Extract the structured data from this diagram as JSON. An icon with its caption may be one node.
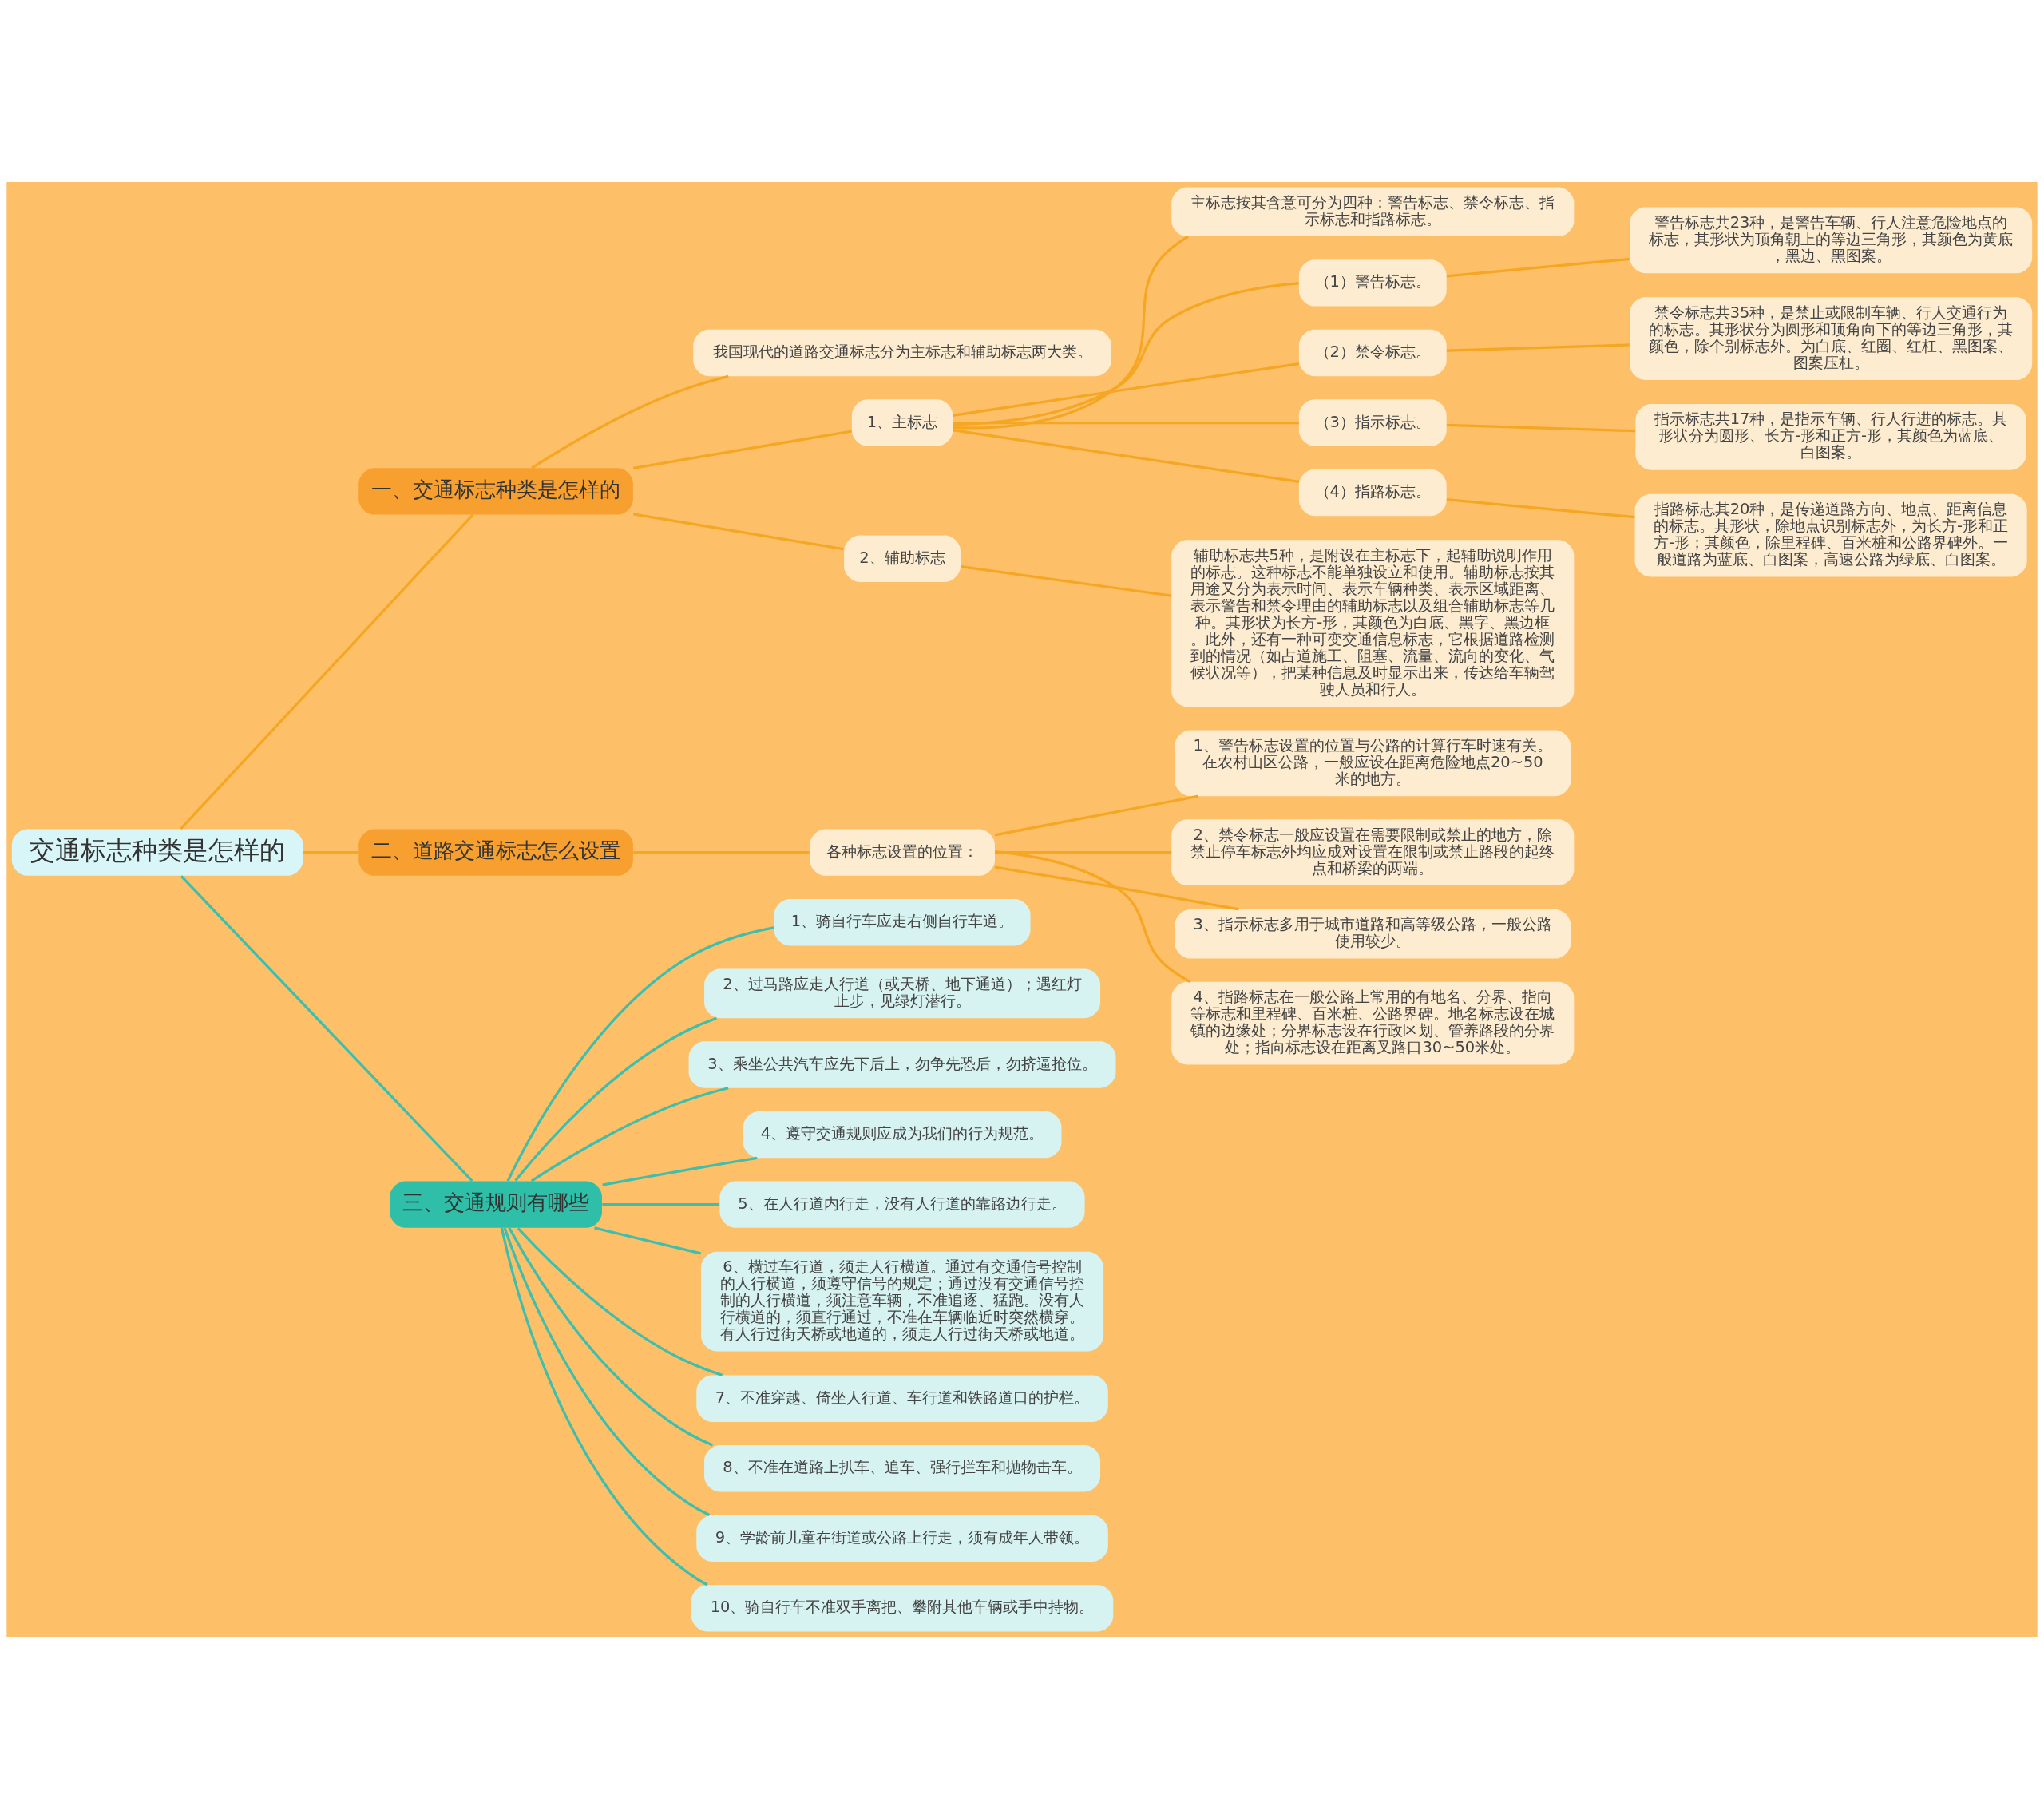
{
  "diagram": {
    "nodes": [
      {
        "text": [
          "交通标志种类是怎样的"
        ]
      },
      {
        "text": [
          "一、交通标志种类是怎样的"
        ]
      },
      {
        "text": [
          "我国现代的道路交通标志分为主标志和辅助标志两大类。"
        ]
      },
      {
        "text": [
          "1、主标志"
        ]
      },
      {
        "text": [
          "主标志按其含意可分为四种：警告标志、禁令标志、指示标志和指路标志。"
        ]
      },
      {
        "text": [
          "（1）警告标志。"
        ]
      },
      {
        "text": [
          "警告标志共23种，是警告车辆、行人注意危险地点的标志，其形状为顶角朝上的等边三角形，其颜色为黄底，黑边、黑图案。"
        ]
      },
      {
        "text": [
          "（2）禁令标志。"
        ]
      },
      {
        "text": [
          "禁令标志共35种，是禁止或限制车辆、行人交通行为的标志。其形状分为圆形和顶角向下的等边三角形，其颜色，除个别标志外。为白底、红圈、红杠、黑图案、图案压杠。"
        ]
      },
      {
        "text": [
          "（3）指示标志。"
        ]
      },
      {
        "text": [
          "指示标志共17种，是指示车辆、行人行进的标志。其形状分为圆形、长方-形和正方-形，其颜色为蓝底、白图案。"
        ]
      },
      {
        "text": [
          "（4）指路标志。"
        ]
      },
      {
        "text": [
          "指路标志其20种，是传递道路方向、地点、距离信息的标志。其形状，除地点识别标志外，为长方-形和正方-形；其颜色，除里程碑、百米桩和公路界碑外。一般道路为蓝底、白图案，高速公路为绿底、白图案。"
        ]
      },
      {
        "text": [
          "2、辅助标志"
        ]
      },
      {
        "text": [
          "辅助标志共5种，是附设在主标志下，起辅助说明作用的标志。这种标志不能单独设立和使用。辅助标志按其用途又分为表示时间、表示车辆种类、表示区域距离、表示警告和禁令理由的辅助标志以及组合辅助标志等几种。其形状为长方-形，其颜色为白底、黑字、黑边框。此外，还有一种可变交通信息标志，它根据道路检测到的情况（如占道施工、阻塞、流量、流向的变化、气候状况等），把某种信息及时显示出来，传达给车辆驾驶人员和行人。"
        ]
      },
      {
        "text": [
          "二、道路交通标志怎么设置"
        ]
      },
      {
        "text": [
          "各种标志设置的位置："
        ]
      },
      {
        "text": [
          "1、警告标志设置的位置与公路的计算行车时速有关。在农村山区公路，一般应设在距离危险地点20~50米的地方。"
        ]
      },
      {
        "text": [
          "2、禁令标志一般应设置在需要限制或禁止的地方，除禁止停车标志外均应成对设置在限制或禁止路段的起终点和桥梁的两端。"
        ]
      },
      {
        "text": [
          "3、指示标志多用于城市道路和高等级公路，一般公路使用较少。"
        ]
      },
      {
        "text": [
          "4、指路标志在一般公路上常用的有地名、分界、指向等标志和里程碑、百米桩、公路界碑。地名标志设在城镇的边缘处；分界标志设在行政区划、管养路段的分界处；指向标志设在距离叉路口30~50米处。"
        ]
      },
      {
        "text": [
          "三、交通规则有哪些"
        ]
      },
      {
        "text": [
          "1、骑自行车应走右侧自行车道。"
        ]
      },
      {
        "text": [
          "2、过马路应走人行道（或天桥、地下通道）；遇红灯止步，见绿灯潜行。"
        ]
      },
      {
        "text": [
          "3、乘坐公共汽车应先下后上，勿争先恐后，勿挤逼抢位。"
        ]
      },
      {
        "text": [
          "4、遵守交通规则应成为我们的行为规范。"
        ]
      },
      {
        "text": [
          "5、在人行道内行走，没有人行道的靠路边行走。"
        ]
      },
      {
        "text": [
          "6、横过车行道，须走人行横道。通过有交通信号控制的人行横道，须遵守信号的规定；通过没有交通信号控制的人行横道，须注意车辆，不准追逐、猛跑。没有人行横道的，须直行通过，不准在车辆临近时突然横穿。有人行过街天桥或地道的，须走人行过街天桥或地道。"
        ]
      },
      {
        "text": [
          "7、不准穿越、倚坐人行道、车行道和铁路道口的护栏。"
        ]
      },
      {
        "text": [
          "8、不准在道路上扒车、追车、强行拦车和抛物击车。"
        ]
      },
      {
        "text": [
          "9、学龄前儿童在街道或公路上行走，须有成年人带领。"
        ]
      },
      {
        "text": [
          "10、骑自行车不准双手离把、攀附其他车辆或手中持物。"
        ]
      }
    ],
    "edges": [
      {
        "from": 0,
        "to": 1,
        "arrow": "none"
      },
      {
        "from": 1,
        "to": 2,
        "arrow": "none"
      },
      {
        "from": 1,
        "to": 3,
        "arrow": "none"
      },
      {
        "from": 3,
        "to": 4,
        "arrow": "none"
      },
      {
        "from": 3,
        "to": 5,
        "arrow": "none"
      },
      {
        "from": 5,
        "to": 6,
        "arrow": "none"
      },
      {
        "from": 3,
        "to": 7,
        "arrow": "none"
      },
      {
        "from": 7,
        "to": 8,
        "arrow": "none"
      },
      {
        "from": 3,
        "to": 9,
        "arrow": "none"
      },
      {
        "from": 9,
        "to": 10,
        "arrow": "none"
      },
      {
        "from": 3,
        "to": 11,
        "arrow": "none"
      },
      {
        "from": 11,
        "to": 12,
        "arrow": "none"
      },
      {
        "from": 1,
        "to": 13,
        "arrow": "none"
      },
      {
        "from": 13,
        "to": 14,
        "arrow": "none"
      },
      {
        "from": 0,
        "to": 15,
        "arrow": "none"
      },
      {
        "from": 15,
        "to": 16,
        "arrow": "none"
      },
      {
        "from": 16,
        "to": 17,
        "arrow": "none"
      },
      {
        "from": 16,
        "to": 18,
        "arrow": "none"
      },
      {
        "from": 16,
        "to": 19,
        "arrow": "none"
      },
      {
        "from": 16,
        "to": 20,
        "arrow": "none"
      },
      {
        "from": 0,
        "to": 21,
        "arrow": "none",
        "color": "#3cbfae"
      },
      {
        "from": 21,
        "to": 22,
        "arrow": "none",
        "color": "#3cbfae"
      },
      {
        "from": 21,
        "to": 23,
        "arrow": "none",
        "color": "#3cbfae"
      },
      {
        "from": 21,
        "to": 24,
        "arrow": "none",
        "color": "#3cbfae"
      },
      {
        "from": 21,
        "to": 25,
        "arrow": "none",
        "color": "#3cbfae"
      },
      {
        "from": 21,
        "to": 26,
        "arrow": "none",
        "color": "#3cbfae"
      },
      {
        "from": 21,
        "to": 27,
        "arrow": "none",
        "color": "#3cbfae"
      },
      {
        "from": 21,
        "to": 28,
        "arrow": "none",
        "color": "#3cbfae"
      },
      {
        "from": 21,
        "to": 29,
        "arrow": "none",
        "color": "#3cbfae"
      },
      {
        "from": 21,
        "to": 30,
        "arrow": "none",
        "color": "#3cbfae"
      },
      {
        "from": 21,
        "to": 31,
        "arrow": "none",
        "color": "#3cbfae"
      }
    ]
  }
}
